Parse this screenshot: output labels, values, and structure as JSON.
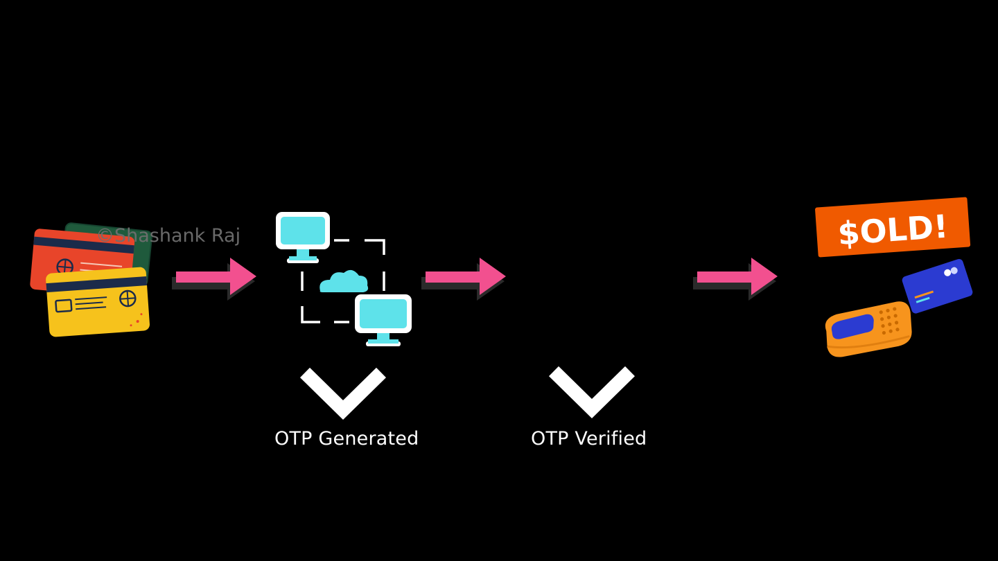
{
  "watermark": "©Shashank Raj",
  "steps": [
    {
      "id": "cards",
      "icon": "credit-cards-icon"
    },
    {
      "id": "network",
      "icon": "network-computers-cloud-icon",
      "caption": "OTP Generated"
    },
    {
      "id": "verify",
      "caption": "OTP Verified"
    },
    {
      "id": "sold",
      "icon": "sold-payment-icon",
      "badge": "$OLD!"
    }
  ],
  "colors": {
    "background": "#000000",
    "arrow": "#f2508f",
    "arrow_shadow": "#2a2a2a",
    "computer_screen": "#5ee2ea",
    "check": "#ffffff",
    "sold_badge": "#f05a00",
    "card_red": "#e8452a",
    "card_green": "#1f5a3c",
    "card_yellow": "#f6c21c",
    "terminal": "#f7941d",
    "blue_card": "#2b3bd1"
  }
}
